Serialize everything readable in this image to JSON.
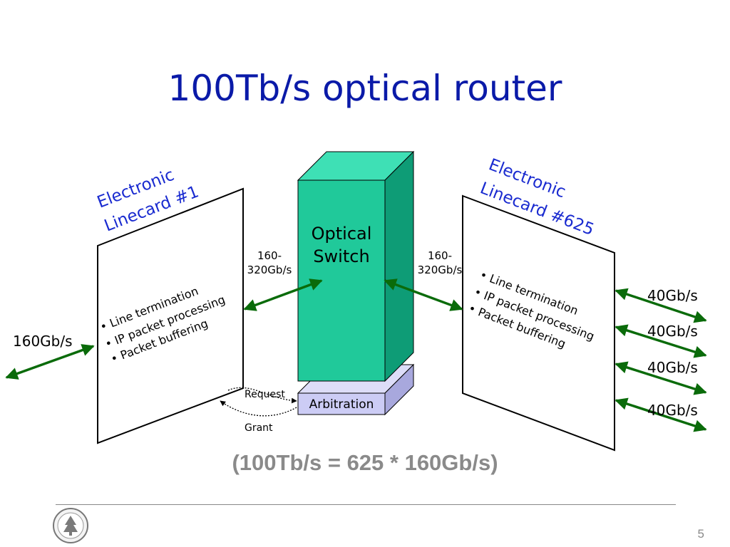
{
  "title": "100Tb/s optical router",
  "linecard_left": {
    "label_line1": "Electronic",
    "label_line2": "Linecard #1",
    "bullets": [
      "• Line termination",
      "• IP packet processing",
      "• Packet buffering"
    ]
  },
  "linecard_right": {
    "label_line1": "Electronic",
    "label_line2": "Linecard #625",
    "bullets": [
      "• Line termination",
      "• IP packet processing",
      "• Packet buffering"
    ]
  },
  "switch": {
    "line1": "Optical",
    "line2": "Switch"
  },
  "arbitration": "Arbitration",
  "request": "Request",
  "grant": "Grant",
  "rate_left": {
    "line1": "160-",
    "line2": "320Gb/s"
  },
  "rate_right": {
    "line1": "160-",
    "line2": "320Gb/s"
  },
  "input_rate": "160Gb/s",
  "port_rates": [
    "40Gb/s",
    "40Gb/s",
    "40Gb/s",
    "40Gb/s"
  ],
  "equation": "(100Tb/s = 625 * 160Gb/s)",
  "page_number": "5",
  "colors": {
    "title": "#0a1aa8",
    "switch_front": "#20c99a",
    "switch_top": "#3ee0b5",
    "switch_side": "#0e9c76",
    "arbitration_front": "#ccccf5",
    "arrow": "#0a6b0a",
    "equation": "#8a8a8a"
  },
  "icons": {
    "logo": "university-seal-icon"
  }
}
